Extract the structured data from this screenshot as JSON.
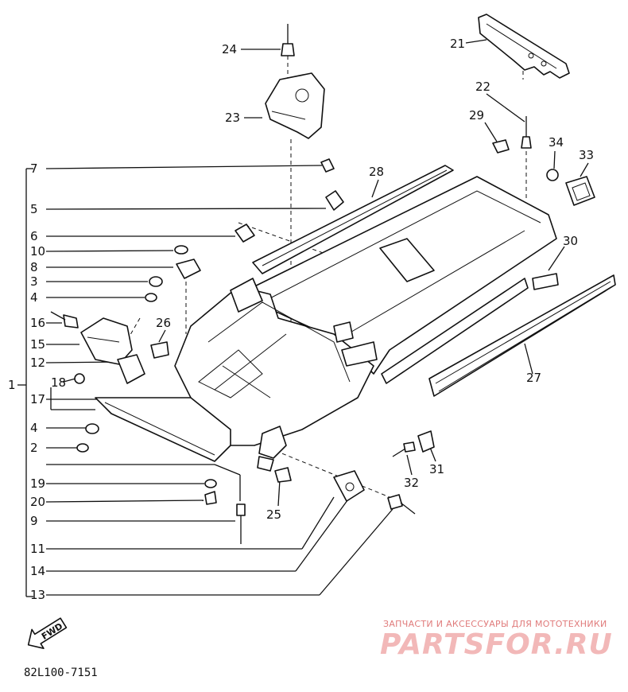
{
  "diagram": {
    "parts": {
      "p1": "1",
      "p2": "2",
      "p3": "3",
      "p4a": "4",
      "p4b": "4",
      "p5": "5",
      "p6": "6",
      "p7": "7",
      "p8": "8",
      "p9": "9",
      "p10": "10",
      "p11": "11",
      "p12": "12",
      "p13": "13",
      "p14": "14",
      "p15": "15",
      "p16": "16",
      "p17": "17",
      "p18": "18",
      "p19": "19",
      "p20": "20",
      "p21": "21",
      "p22": "22",
      "p23": "23",
      "p24": "24",
      "p25": "25",
      "p26": "26",
      "p27": "27",
      "p28": "28",
      "p29": "29",
      "p30": "30",
      "p31": "31",
      "p32": "32",
      "p33": "33",
      "p34": "34"
    },
    "fwd_label": "FWD",
    "ref_code": "82L100-7151"
  },
  "watermark": {
    "tagline": "ЗАПЧАСТИ И АКСЕССУАРЫ ДЛЯ МОТОТЕХНИКИ",
    "brand": "PARTSFOR.RU",
    "color": "#e07b7b"
  }
}
